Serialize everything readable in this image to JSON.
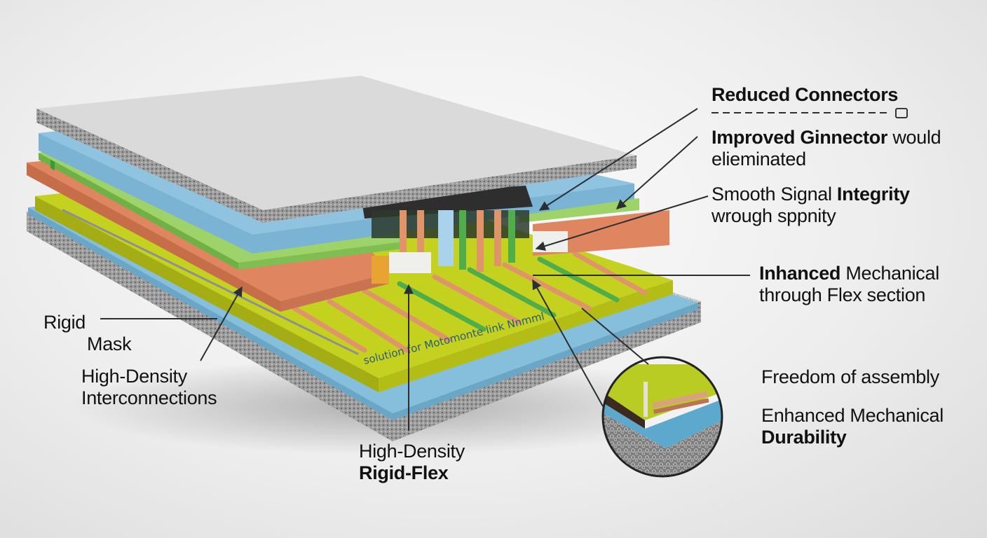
{
  "diagram": {
    "title": "Rigid-Flex PCB layer stack-up (exploded view)",
    "layers": [
      {
        "name": "top-rigid-cover",
        "color": "#d9d9d9"
      },
      {
        "name": "blue-coverlay",
        "color": "#8fc3e0"
      },
      {
        "name": "green-flex-layer",
        "color": "#9ed36a"
      },
      {
        "name": "copper-core",
        "color": "#df8661"
      },
      {
        "name": "yellow-flex-core",
        "color": "#c5d11f"
      },
      {
        "name": "blue-base",
        "color": "#86bfdc"
      },
      {
        "name": "bottom-rigid-base",
        "color": "#b8b8b8"
      }
    ],
    "connector_color": "#2e2e2e",
    "trace_colors": [
      "#e0946a",
      "#4fae4a",
      "#a9d2ec"
    ],
    "leader_color": "#2b2f33",
    "embedded_text": "solution for Motomonte link Nnmml"
  },
  "labels": {
    "reduced_connectors": {
      "line1": "Reduced Connectors"
    },
    "improved_connector": {
      "bold": "Improved Ginnector",
      "rest": " would",
      "line2": "elieminated"
    },
    "smooth_signal": {
      "regular": "Smooth Signal ",
      "bold": "Integrity",
      "line2": "wrough sppnity"
    },
    "inhanced_mechanical": {
      "bold": "Inhanced",
      "rest": " Mechanical",
      "line2": "through Flex section"
    },
    "freedom": {
      "line1": "Freedom of assembly"
    },
    "enhanced_durability": {
      "line1": "Enhanced Mechanical",
      "line2": "Durability"
    },
    "rigid": {
      "line1": "Rigid"
    },
    "mask": {
      "line1": "Mask"
    },
    "hdi": {
      "line1": "High-Density",
      "line2": "Interconnections"
    },
    "hd_rigid_flex": {
      "line1": "High-Density",
      "line2": "Rigid-Flex"
    }
  }
}
